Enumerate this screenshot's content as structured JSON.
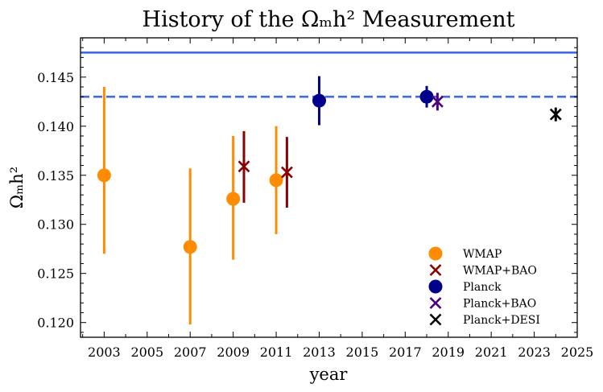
{
  "chart_data": {
    "type": "scatter",
    "title": "History of the Ωₘh² Measurement",
    "xlabel": "year",
    "ylabel": "Ωₘh²",
    "xlim": [
      2001.9,
      2025.0
    ],
    "ylim": [
      0.1185,
      0.149
    ],
    "x_ticks": [
      2003,
      2005,
      2007,
      2009,
      2011,
      2013,
      2015,
      2017,
      2019,
      2021,
      2023,
      2025
    ],
    "y_ticks": [
      0.12,
      0.125,
      0.13,
      0.135,
      0.14,
      0.145
    ],
    "y_tick_labels": [
      "0.120",
      "0.125",
      "0.130",
      "0.135",
      "0.140",
      "0.145"
    ],
    "grid": false,
    "legend_position": "bottom-right",
    "reference_lines": [
      {
        "style": "solid",
        "y": 0.1475,
        "color": "#4169e1"
      },
      {
        "style": "dashed",
        "y": 0.143,
        "color": "#4169e1"
      }
    ],
    "series": [
      {
        "name": "WMAP",
        "marker": "circle",
        "color": "#ff8c00",
        "points": [
          {
            "x": 2003.0,
            "y": 0.135,
            "yerr_low": 0.127,
            "yerr_high": 0.144
          },
          {
            "x": 2007.0,
            "y": 0.1277,
            "yerr_low": 0.1198,
            "yerr_high": 0.1357
          },
          {
            "x": 2009.0,
            "y": 0.1326,
            "yerr_low": 0.1264,
            "yerr_high": 0.139
          },
          {
            "x": 2011.0,
            "y": 0.1345,
            "yerr_low": 0.129,
            "yerr_high": 0.14
          }
        ]
      },
      {
        "name": "WMAP+BAO",
        "marker": "x",
        "color": "#8b0000",
        "points": [
          {
            "x": 2009.5,
            "y": 0.1359,
            "yerr_low": 0.1322,
            "yerr_high": 0.1395
          },
          {
            "x": 2011.5,
            "y": 0.1353,
            "yerr_low": 0.1317,
            "yerr_high": 0.1389
          }
        ]
      },
      {
        "name": "Planck",
        "marker": "circle",
        "color": "#00008b",
        "points": [
          {
            "x": 2013.0,
            "y": 0.1426,
            "yerr_low": 0.1401,
            "yerr_high": 0.1451
          },
          {
            "x": 2018.0,
            "y": 0.143,
            "yerr_low": 0.1419,
            "yerr_high": 0.1441
          }
        ]
      },
      {
        "name": "Planck+BAO",
        "marker": "x",
        "color": "#4b0082",
        "points": [
          {
            "x": 2018.5,
            "y": 0.1425,
            "yerr_low": 0.1416,
            "yerr_high": 0.1434
          }
        ]
      },
      {
        "name": "Planck+DESI",
        "marker": "x",
        "color": "#000000",
        "points": [
          {
            "x": 2024.0,
            "y": 0.1412,
            "yerr_low": 0.1405,
            "yerr_high": 0.1419
          }
        ]
      }
    ]
  }
}
